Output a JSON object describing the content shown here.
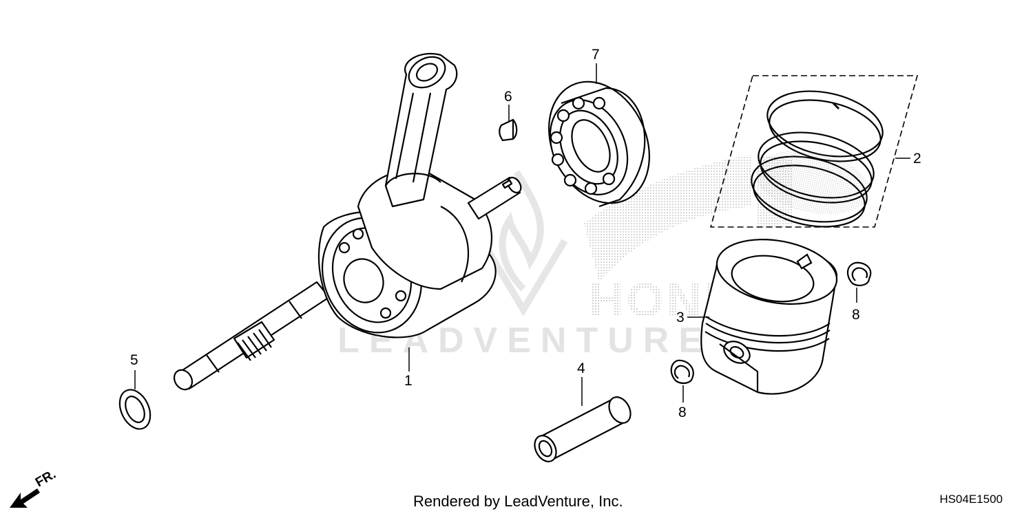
{
  "diagram": {
    "parts": [
      {
        "id": "crankshaft",
        "callout": "1"
      },
      {
        "id": "piston-ring-set",
        "callout": "2"
      },
      {
        "id": "piston",
        "callout": "3"
      },
      {
        "id": "piston-pin",
        "callout": "4"
      },
      {
        "id": "washer",
        "callout": "5"
      },
      {
        "id": "woodruff-key",
        "callout": "6"
      },
      {
        "id": "ball-bearing",
        "callout": "7"
      },
      {
        "id": "pin-clip-right",
        "callout": "8"
      },
      {
        "id": "pin-clip-left",
        "callout": "8"
      }
    ],
    "direction_label": "FR.",
    "watermark_text": "LEADVENTURE",
    "brand_watermark_text": "HONDA"
  },
  "footer": {
    "credit": "Rendered by LeadVenture, Inc.",
    "code": "HS04E1500"
  },
  "colors": {
    "line": "#000000",
    "background": "#ffffff",
    "watermark": "#e3e3e3",
    "stipple": "#9a9a9a"
  }
}
